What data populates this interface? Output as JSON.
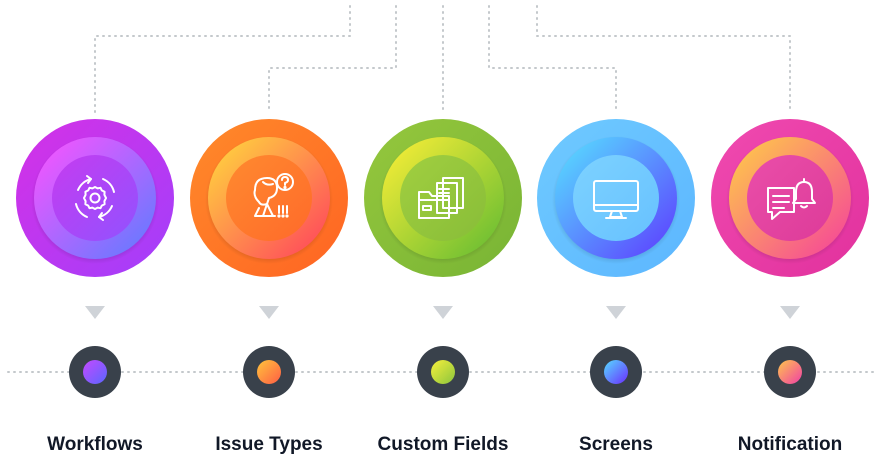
{
  "steps": [
    {
      "label": "Workflows",
      "icon": "workflow-gear-icon",
      "outer": [
        "#d531e6",
        "#a23ffb"
      ],
      "ring": [
        "#ff52ff",
        "#5a7dff"
      ],
      "inner": [
        "#c53cf0",
        "#9152ff"
      ],
      "dot": [
        "#c549ff",
        "#5a66ff"
      ]
    },
    {
      "label": "Issue Types",
      "icon": "confused-person-icon",
      "outer": [
        "#ff8a2a",
        "#ff6423"
      ],
      "ring": [
        "#ffdc3c",
        "#ff3e5e"
      ],
      "inner": [
        "#ff8a2f",
        "#ff6a2a"
      ],
      "dot": [
        "#ffc53b",
        "#ff5d45"
      ]
    },
    {
      "label": "Custom Fields",
      "icon": "folder-documents-icon",
      "outer": [
        "#95c73d",
        "#78b434"
      ],
      "ring": [
        "#fff037",
        "#5fba32"
      ],
      "inner": [
        "#a1cf40",
        "#88bd38"
      ],
      "dot": [
        "#f7ef3c",
        "#8bc53d"
      ]
    },
    {
      "label": "Screens",
      "icon": "monitor-icon",
      "outer": [
        "#6fcaff",
        "#5cb6ff"
      ],
      "ring": [
        "#57e4ff",
        "#5d38ff"
      ],
      "inner": [
        "#7dd2ff",
        "#67c1ff"
      ],
      "dot": [
        "#56dbff",
        "#6b2dff"
      ]
    },
    {
      "label": "Notification",
      "icon": "chat-bell-icon",
      "outer": [
        "#f04ab0",
        "#e1319d"
      ],
      "ring": [
        "#ffd045",
        "#f53e9d"
      ],
      "inner": [
        "#ea4ea9",
        "#dd3b99"
      ],
      "dot": [
        "#ffc64b",
        "#f03fa6"
      ]
    }
  ]
}
